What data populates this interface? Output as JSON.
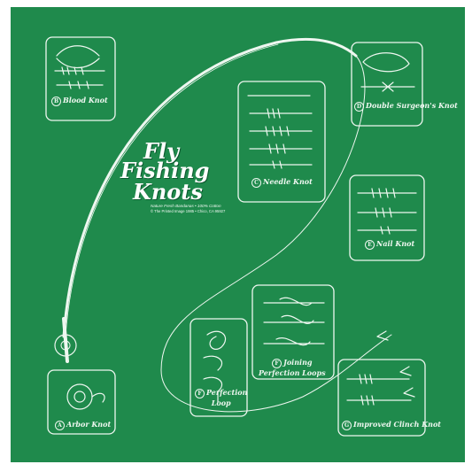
{
  "title": {
    "line1": "Fly",
    "line2": "Fishing",
    "line3": "Knots"
  },
  "credit": {
    "line1": "Nature Fresh Bandanas • 100% Cotton",
    "line2": "© The Printed Image 1985 • Chico, CA 95927"
  },
  "knots": {
    "blood": {
      "badge": "B",
      "name": "Blood Knot"
    },
    "surgeon": {
      "badge": "D",
      "name": "Double Surgeon's Knot"
    },
    "needle": {
      "badge": "C",
      "name": "Needle Knot"
    },
    "nail": {
      "badge": "E",
      "name": "Nail Knot"
    },
    "arbor": {
      "badge": "A",
      "name": "Arbor Knot"
    },
    "perfection": {
      "badge": "F",
      "name1": "Perfection",
      "name2": "Loop"
    },
    "joining": {
      "badge": "F",
      "name1": "Joining",
      "name2": "Perfection Loops"
    },
    "clinch": {
      "badge": "G",
      "name": "Improved Clinch Knot"
    }
  },
  "colors": {
    "cloth": "#1f8a4c",
    "ink": "#eef7f0"
  }
}
